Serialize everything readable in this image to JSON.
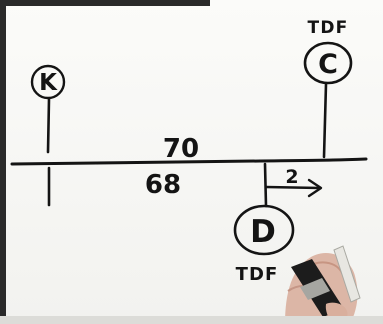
{
  "labels": {
    "node_k": "K",
    "node_c": "C",
    "node_d": "D",
    "tdf_top": "TDF",
    "tdf_bottom": "TDF",
    "top_value": "70",
    "bottom_value": "68",
    "arrow_value": "2"
  }
}
